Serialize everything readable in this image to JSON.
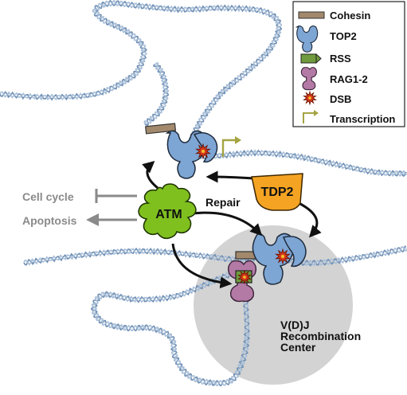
{
  "legend": {
    "items": [
      {
        "label": "Cohesin",
        "icon": "cohesin-icon"
      },
      {
        "label": "TOP2",
        "icon": "top2-icon"
      },
      {
        "label": "RSS",
        "icon": "rss-icon"
      },
      {
        "label": "RAG1-2",
        "icon": "rag12-icon"
      },
      {
        "label": "DSB",
        "icon": "dsb-icon"
      },
      {
        "label": "Transcription",
        "icon": "transcription-icon"
      }
    ]
  },
  "labels": {
    "cell_cycle": "Cell cycle",
    "apoptosis": "Apoptosis",
    "atm": "ATM",
    "repair": "Repair",
    "tdp2": "TDP2",
    "center_line1": "V(D)J",
    "center_line2": "Recombination",
    "center_line3": "Center"
  },
  "colors": {
    "dna": "#a9bfd8",
    "dna_dark": "#6f8fb4",
    "top2": "#7ea6d4",
    "cohesin": "#a2896c",
    "rss": "#6f9a3d",
    "rag": "#b47aa6",
    "dsb": "#d63a1d",
    "atm": "#7fc01f",
    "tdp2": "#f4a323",
    "center": "#d4d4d4",
    "transcription": "#a5a442",
    "inhibit": "#8a8a8a"
  }
}
